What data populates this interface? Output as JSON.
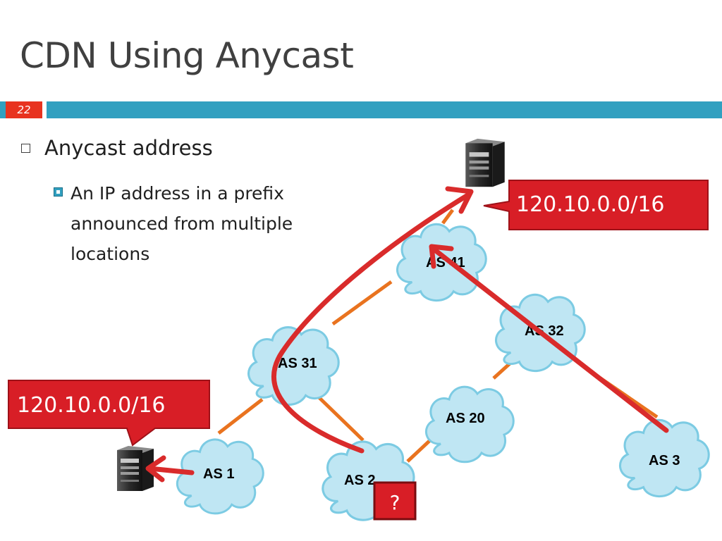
{
  "slide": {
    "title": "CDN Using Anycast",
    "number": "22"
  },
  "bullets": {
    "level1": "Anycast address",
    "level2": "An IP address in a prefix announced from multiple locations"
  },
  "diagram": {
    "nodes": {
      "as41": "AS 41",
      "as32": "AS 32",
      "as31": "AS 31",
      "as20": "AS 20",
      "as1": "AS 1",
      "as2": "AS 2",
      "as3": "AS 3"
    },
    "callouts": {
      "top_prefix": "120.10.0.0/16",
      "left_prefix": "120.10.0.0/16",
      "question": "?"
    },
    "colors": {
      "cloud_fill": "#bfe6f3",
      "cloud_stroke": "#7ccbe3",
      "link": "#e9731f",
      "route_arrow": "#d92b2b",
      "callout_fill": "#d81e26",
      "accent_bar": "#31a0c0",
      "slide_number_bg": "#e8331f"
    },
    "icons": [
      "server-icon",
      "server-icon"
    ]
  }
}
